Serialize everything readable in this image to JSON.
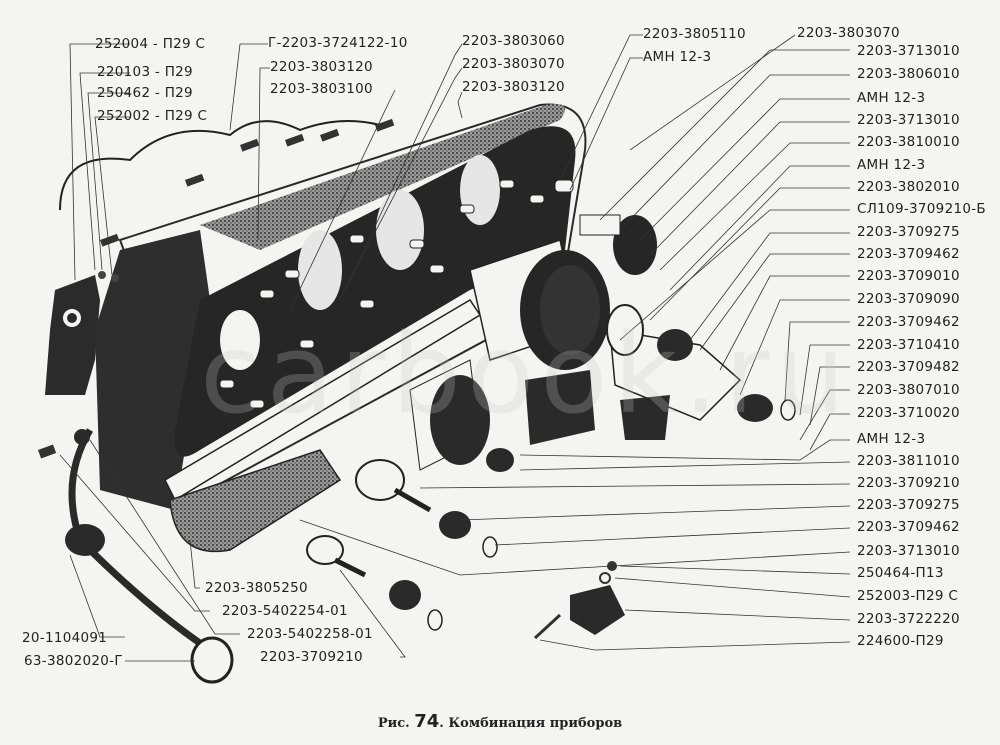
{
  "figure": {
    "caption_prefix": "Рис.",
    "caption_number": "74",
    "caption_text": ". Комбинация приборов",
    "watermark": "carbook.ru"
  },
  "labels_left_top": [
    "252004 - П29 С",
    "220103 - П29",
    "250462 - П29",
    "252002 - П29 С"
  ],
  "labels_top_center": [
    "Г-2203-3724122-10",
    "2203-3803120",
    "2203-3803100",
    "2203-3803060",
    "2203-3803070",
    "2203-3803120",
    "2203-3805110",
    "АМН 12-3"
  ],
  "labels_right": [
    "2203-3803070",
    "2203-3713010",
    "2203-3806010",
    "АМН 12-3",
    "2203-3713010",
    "2203-3810010",
    "АМН 12-3",
    "2203-3802010",
    "СЛ109-3709210-Б",
    "2203-3709275",
    "2203-3709462",
    "2203-3709010",
    "2203-3709090",
    "2203-3709462",
    "2203-3710410",
    "2203-3709482",
    "2203-3807010",
    "2203-3710020",
    "АМН 12-3",
    "2203-3811010",
    "2203-3709210",
    "2203-3709275",
    "2203-3709462",
    "2203-3713010",
    "250464-П13",
    "252003-П29 С",
    "2203-3722220",
    "224600-П29"
  ],
  "labels_bottom_left": [
    "2203-3805250",
    "2203-5402254-01",
    "2203-5402258-01",
    "20-1104091",
    "63-3802020-Г",
    "2203-3709210"
  ],
  "colors": {
    "ink": "#2a2a2a",
    "paper": "#f4f5f3",
    "halftone": "#6b6b6b"
  }
}
